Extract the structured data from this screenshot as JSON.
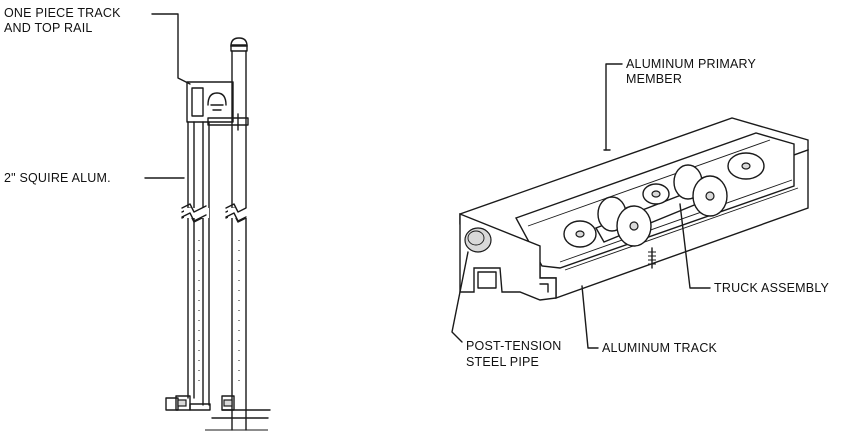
{
  "labels": {
    "track_line1": "ONE PIECE TRACK",
    "track_line2": "AND TOP RAIL",
    "square_alum": "2\" SQUIRE ALUM.",
    "primary_line1": "ALUMINUM PRIMARY",
    "primary_line2": "MEMBER",
    "truck": "TRUCK ASSEMBLY",
    "steel_line1": "POST-TENSION",
    "steel_line2": "STEEL PIPE",
    "track": "ALUMINUM TRACK"
  }
}
